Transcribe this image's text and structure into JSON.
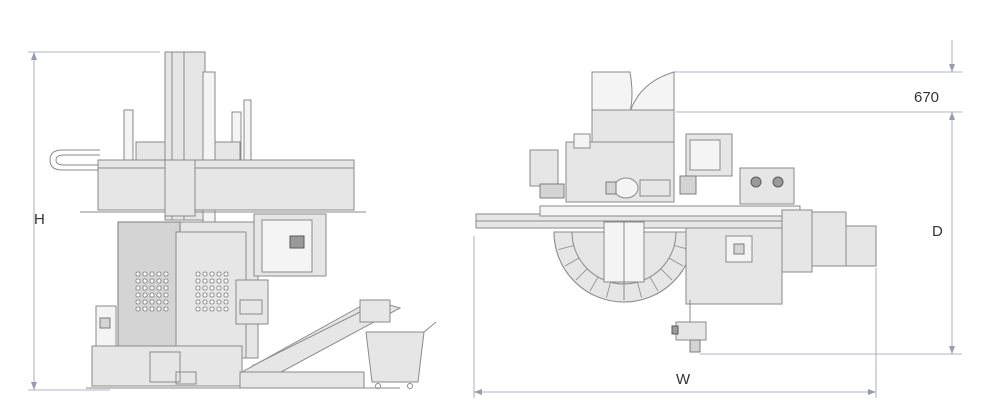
{
  "dimensions": {
    "height_label": "H",
    "width_label": "W",
    "depth_label": "D",
    "offset_label": "670"
  },
  "colors": {
    "body_fill": "#e6e6e6",
    "outline": "#8a8a8a",
    "dimension_line": "#9a9ab0",
    "text": "#333333"
  }
}
